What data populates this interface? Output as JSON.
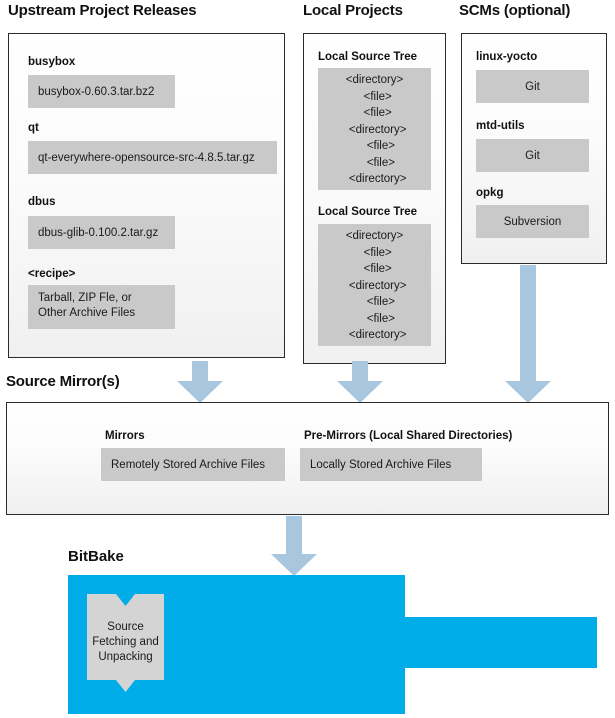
{
  "columns": {
    "upstream_title": "Upstream Project Releases",
    "local_title": "Local Projects",
    "scms_title": "SCMs (optional)"
  },
  "upstream": {
    "entries": [
      {
        "label": "busybox",
        "value": "busybox-0.60.3.tar.bz2"
      },
      {
        "label": "qt",
        "value": "qt-everywhere-opensource-src-4.8.5.tar.gz"
      },
      {
        "label": "dbus",
        "value": "dbus-glib-0.100.2.tar.gz"
      },
      {
        "label": "<recipe>",
        "value_line1": "Tarball, ZIP Fle, or",
        "value_line2": "Other Archive Files"
      }
    ]
  },
  "local_projects": {
    "trees": [
      {
        "label": "Local Source Tree",
        "lines": [
          "<directory>",
          "  <file>",
          "  <file>",
          "  <directory>",
          "    <file>",
          "    <file>",
          "  <directory>"
        ]
      },
      {
        "label": "Local Source Tree",
        "lines": [
          "<directory>",
          "  <file>",
          "  <file>",
          "  <directory>",
          "    <file>",
          "    <file>",
          "  <directory>"
        ]
      }
    ]
  },
  "scms": {
    "entries": [
      {
        "label": "linux-yocto",
        "value": "Git"
      },
      {
        "label": "mtd-utils",
        "value": "Git"
      },
      {
        "label": "opkg",
        "value": "Subversion"
      }
    ]
  },
  "source_mirrors": {
    "title": "Source Mirror(s)",
    "groups": [
      {
        "label": "Mirrors",
        "value": "Remotely Stored Archive Files"
      },
      {
        "label": "Pre-Mirrors (Local Shared Directories)",
        "value": "Locally Stored Archive Files"
      }
    ]
  },
  "bitbake": {
    "title": "BitBake",
    "task_line1": "Source",
    "task_line2": "Fetching and",
    "task_line3": "Unpacking"
  },
  "colors": {
    "arrow_blue": "#a8c6de",
    "bitbake_blue": "#00ade8",
    "chip_gray": "#c9c9c9",
    "panel_border": "#2b2b2b",
    "text": "#1a1a1a"
  },
  "icons": {
    "down_arrow": "down-arrow-icon"
  }
}
